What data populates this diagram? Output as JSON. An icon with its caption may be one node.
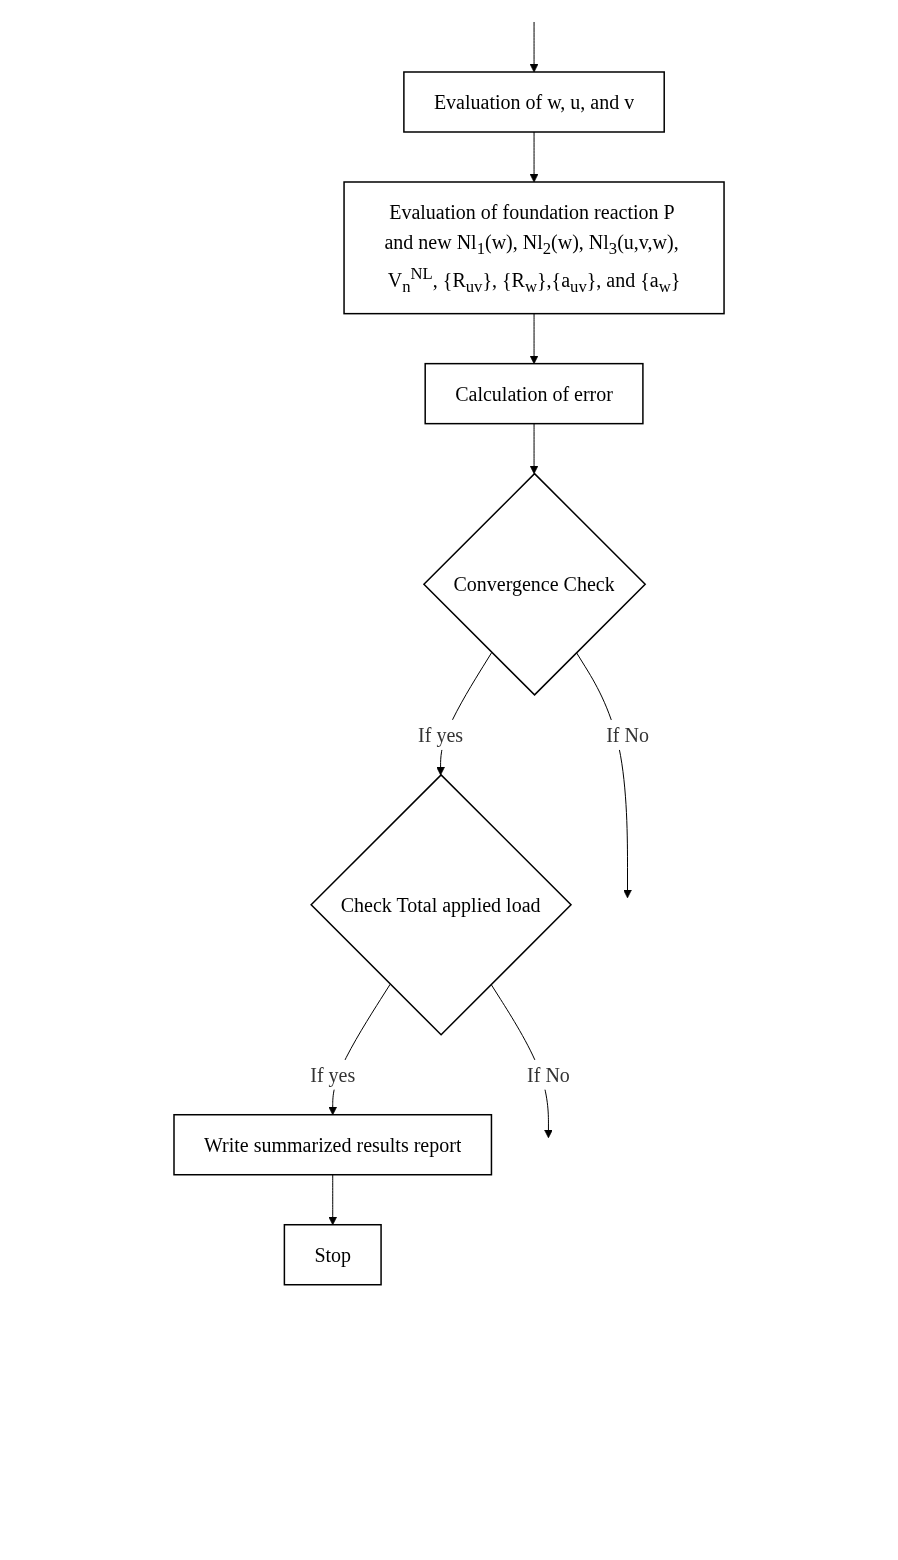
{
  "diagram": {
    "nodes": [
      {
        "text": [
          "Evaluation of w, u, and v"
        ]
      },
      {
        "text": [
          "Evaluation of foundation reaction P and new Nl$_{1}$(w), Nl$_{2}$(w), Nl$_{3}$(u,v,w), V$_{n}$$^{NL}$, {R$_{uv}$}, {R$_{w}$},{a$_{uv}$}, and {a$_{w}$}"
        ]
      },
      {
        "text": [
          "Calculation of error"
        ]
      },
      {
        "text": [
          "Convergence Check"
        ]
      },
      {
        "text": [
          "Check Total applied load"
        ]
      },
      {
        "text": [
          "Write summarized results report"
        ]
      },
      {
        "text": [
          "Stop"
        ]
      }
    ],
    "edges": [
      {
        "from": null,
        "to": 0,
        "arrow": "to"
      },
      {
        "from": 0,
        "to": 1,
        "arrow": "to"
      },
      {
        "from": 1,
        "to": 2,
        "arrow": "to"
      },
      {
        "from": 2,
        "to": 3,
        "arrow": "to"
      },
      {
        "from": 3,
        "to": null,
        "label": "If No",
        "arrow": "to"
      },
      {
        "from": 3,
        "to": 4,
        "label": "If yes",
        "arrow": "to"
      },
      {
        "from": 4,
        "to": null,
        "label": "If No",
        "arrow": "to"
      },
      {
        "from": 4,
        "to": 5,
        "label": "If yes",
        "arrow": "to"
      },
      {
        "from": 5,
        "to": 6,
        "arrow": "to"
      }
    ]
  }
}
